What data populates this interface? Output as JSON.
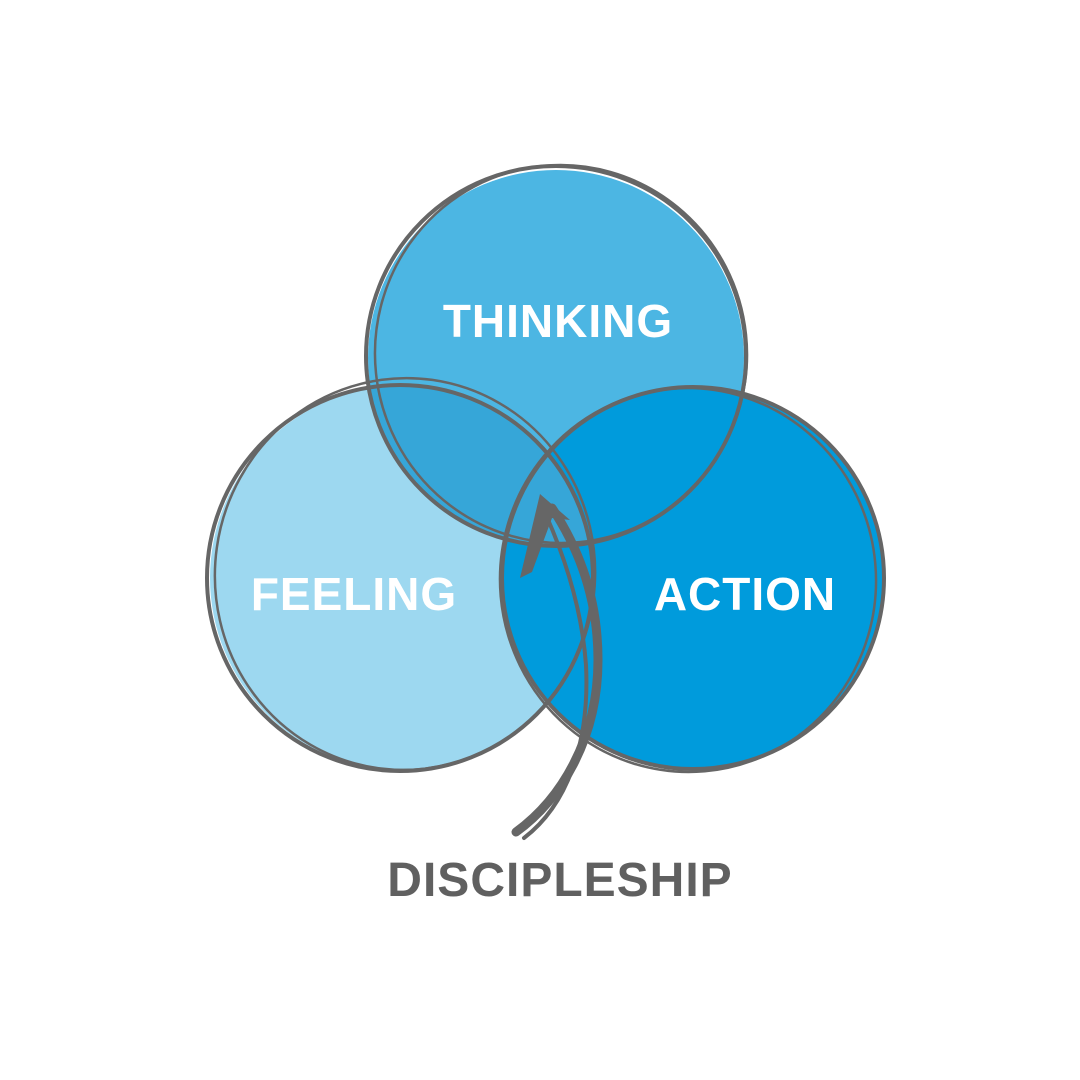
{
  "diagram": {
    "circles": [
      {
        "label": "THINKING",
        "fill": "#4cb6e3"
      },
      {
        "label": "FEELING",
        "fill": "#9dd8f0"
      },
      {
        "label": "ACTION",
        "fill": "#009bdc"
      }
    ],
    "caption": "DISCIPLESHIP",
    "colors": {
      "outline": "#666666",
      "caption": "#606060",
      "overlap_top": "#36a6d8",
      "label_text": "#ffffff"
    },
    "arrow_icon": "curved-arrow-up"
  }
}
